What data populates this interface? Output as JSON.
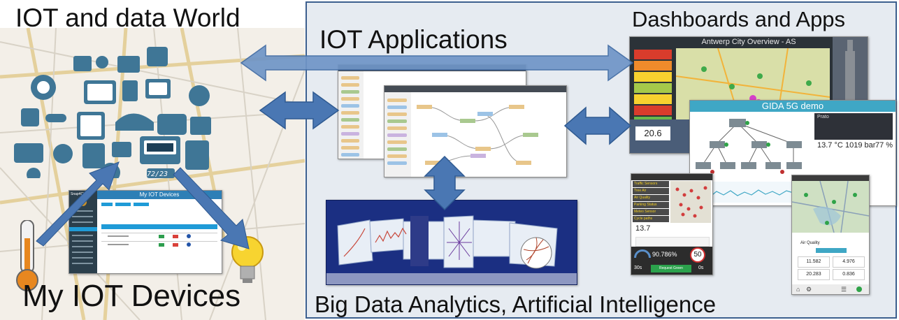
{
  "labels": {
    "iot_world": "IOT and data World",
    "iot_applications": "IOT Applications",
    "dashboards_apps": "Dashboards and Apps",
    "my_devices": "My IOT Devices",
    "big_data": "Big Data Analytics, Artificial Intelligence"
  },
  "devices_app": {
    "brand": "Snap4City",
    "title": "My IOT Devices"
  },
  "dashboard_antwerp": {
    "title": "Antwerp City Overview - AS",
    "value": "20.6"
  },
  "dashboard_gida": {
    "title": "GIDA 5G demo",
    "city": "Prato",
    "temperature": "13.7 °C",
    "pressure": "1019 bar",
    "humidity": "77 %"
  },
  "mobile_app_left": {
    "items": [
      "Traffic Sensors",
      "Tree Air",
      "Air Quality",
      "Parking Status",
      "Meteo Sensor",
      "Cycle paths"
    ],
    "reading": "13.7",
    "percentage": "90.786%",
    "speed_limit": "50",
    "left_time": "30s",
    "button": "Request Green",
    "right_time": "0s"
  },
  "mobile_app_right": {
    "section": "Air Quality",
    "values": [
      "11.582",
      "4.976",
      "20.283",
      "0.836"
    ]
  },
  "colors": {
    "arrow_fill": "#4a77b3",
    "arrow_fill_light": "#6f95c7",
    "panel_border": "#3c5f8e",
    "panel_bg": "#e6ebf1"
  }
}
